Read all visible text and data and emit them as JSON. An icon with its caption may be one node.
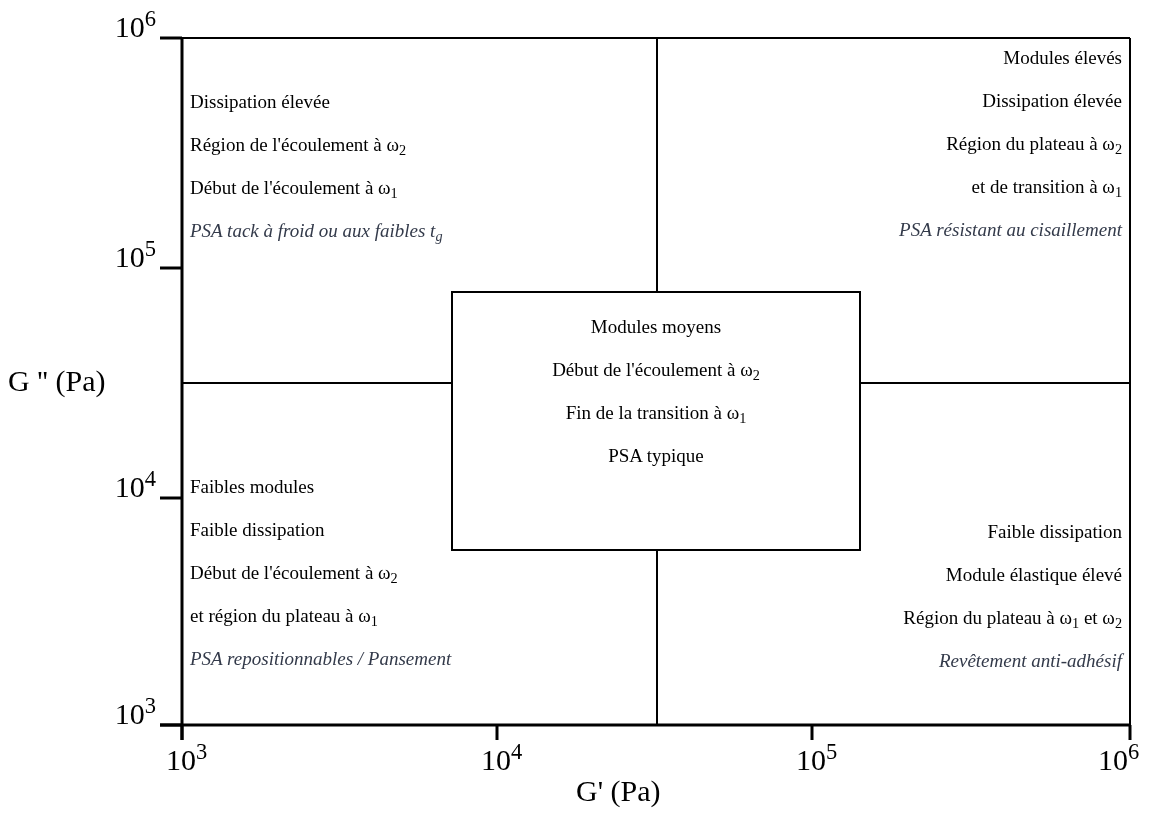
{
  "diagram": {
    "nodes": [
      {
        "text": [
          "Dissipation élevée",
          "Région de l'écoulement à ω$_{2}$",
          "Début de l'écoulement à ω$_{1}$",
          "PSA tack à froid ou aux faibles t$_{g}$"
        ]
      },
      {
        "text": [
          "Modules élevés",
          "Dissipation élevée",
          "Région du plateau à ω$_{2}$",
          "et de transition à ω$_{1}$",
          "PSA résistant au cisaillement"
        ]
      },
      {
        "text": [
          "Faibles modules",
          "Faible dissipation",
          "Début de l'écoulement à ω$_{2}$",
          "et région du plateau à ω$_{1}$",
          "PSA repositionnables / Pansement"
        ]
      },
      {
        "text": [
          "Faible dissipation",
          "Module élastique élevé",
          "Région du plateau à ω$_{1}$ et ω$_{2}$",
          "Revêtement anti-adhésif"
        ]
      },
      {
        "text": [
          "Modules moyens",
          "Début de l'écoulement à ω$_{2}$",
          "Fin de la transition à ω$_{1}$",
          "PSA typique"
        ]
      }
    ],
    "edges": [],
    "labels": [
      "10$^{6}$",
      "10$^{5}$",
      "G '' (Pa)",
      "10$^{4}$",
      "10$^{3}$",
      "10$^{3}$",
      "10$^{4}$",
      "10$^{5}$",
      "10$^{6}$",
      "G' (Pa)"
    ]
  }
}
